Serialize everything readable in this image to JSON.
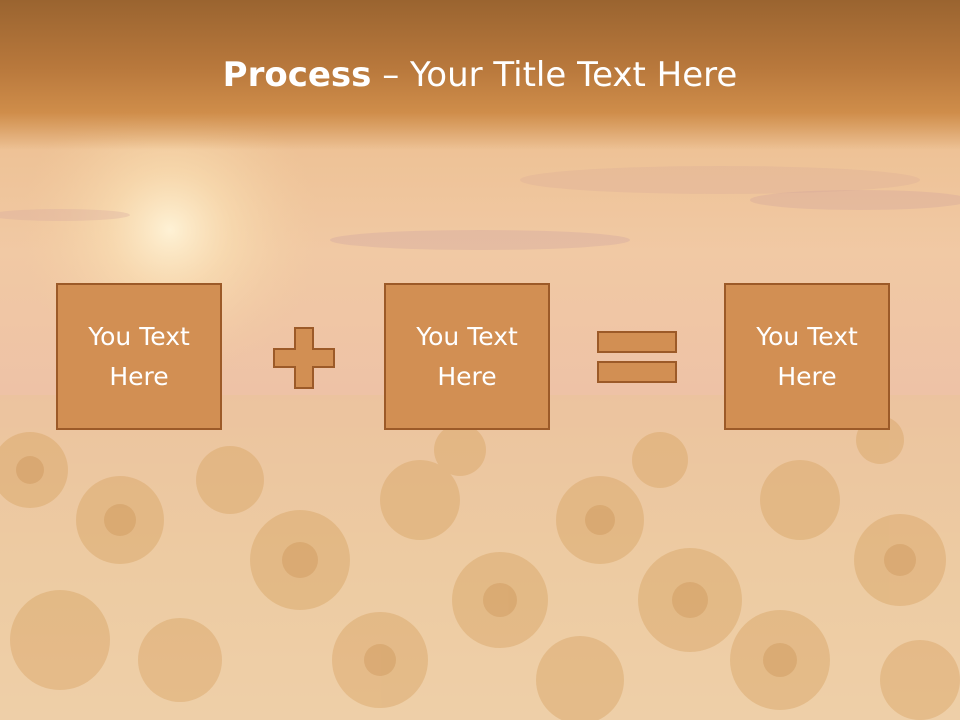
{
  "slide": {
    "title_bold": "Process",
    "title_separator": " – ",
    "title_rest": "Your Title Text Here"
  },
  "boxes": [
    {
      "line1": "You Text",
      "line2": "Here"
    },
    {
      "line1": "You Text",
      "line2": "Here"
    },
    {
      "line1": "You Text",
      "line2": "Here"
    }
  ],
  "operators": [
    "plus",
    "equals"
  ],
  "colors": {
    "box_fill": "#d28f53",
    "box_border": "#9c5a28",
    "title_band": "#b8783c",
    "text": "#ffffff"
  }
}
